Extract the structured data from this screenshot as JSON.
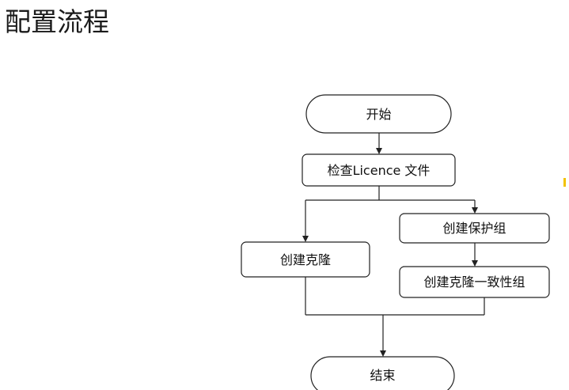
{
  "page": {
    "title": "配置流程"
  },
  "flowchart": {
    "nodes": {
      "start": "开始",
      "check_license": "检查Licence 文件",
      "create_protection_group": "创建保护组",
      "create_clone": "创建克隆",
      "create_consistency_group": "创建克隆一致性组",
      "end": "结束"
    }
  },
  "colors": {
    "stroke": "#222222",
    "accent": "#f2c200"
  }
}
